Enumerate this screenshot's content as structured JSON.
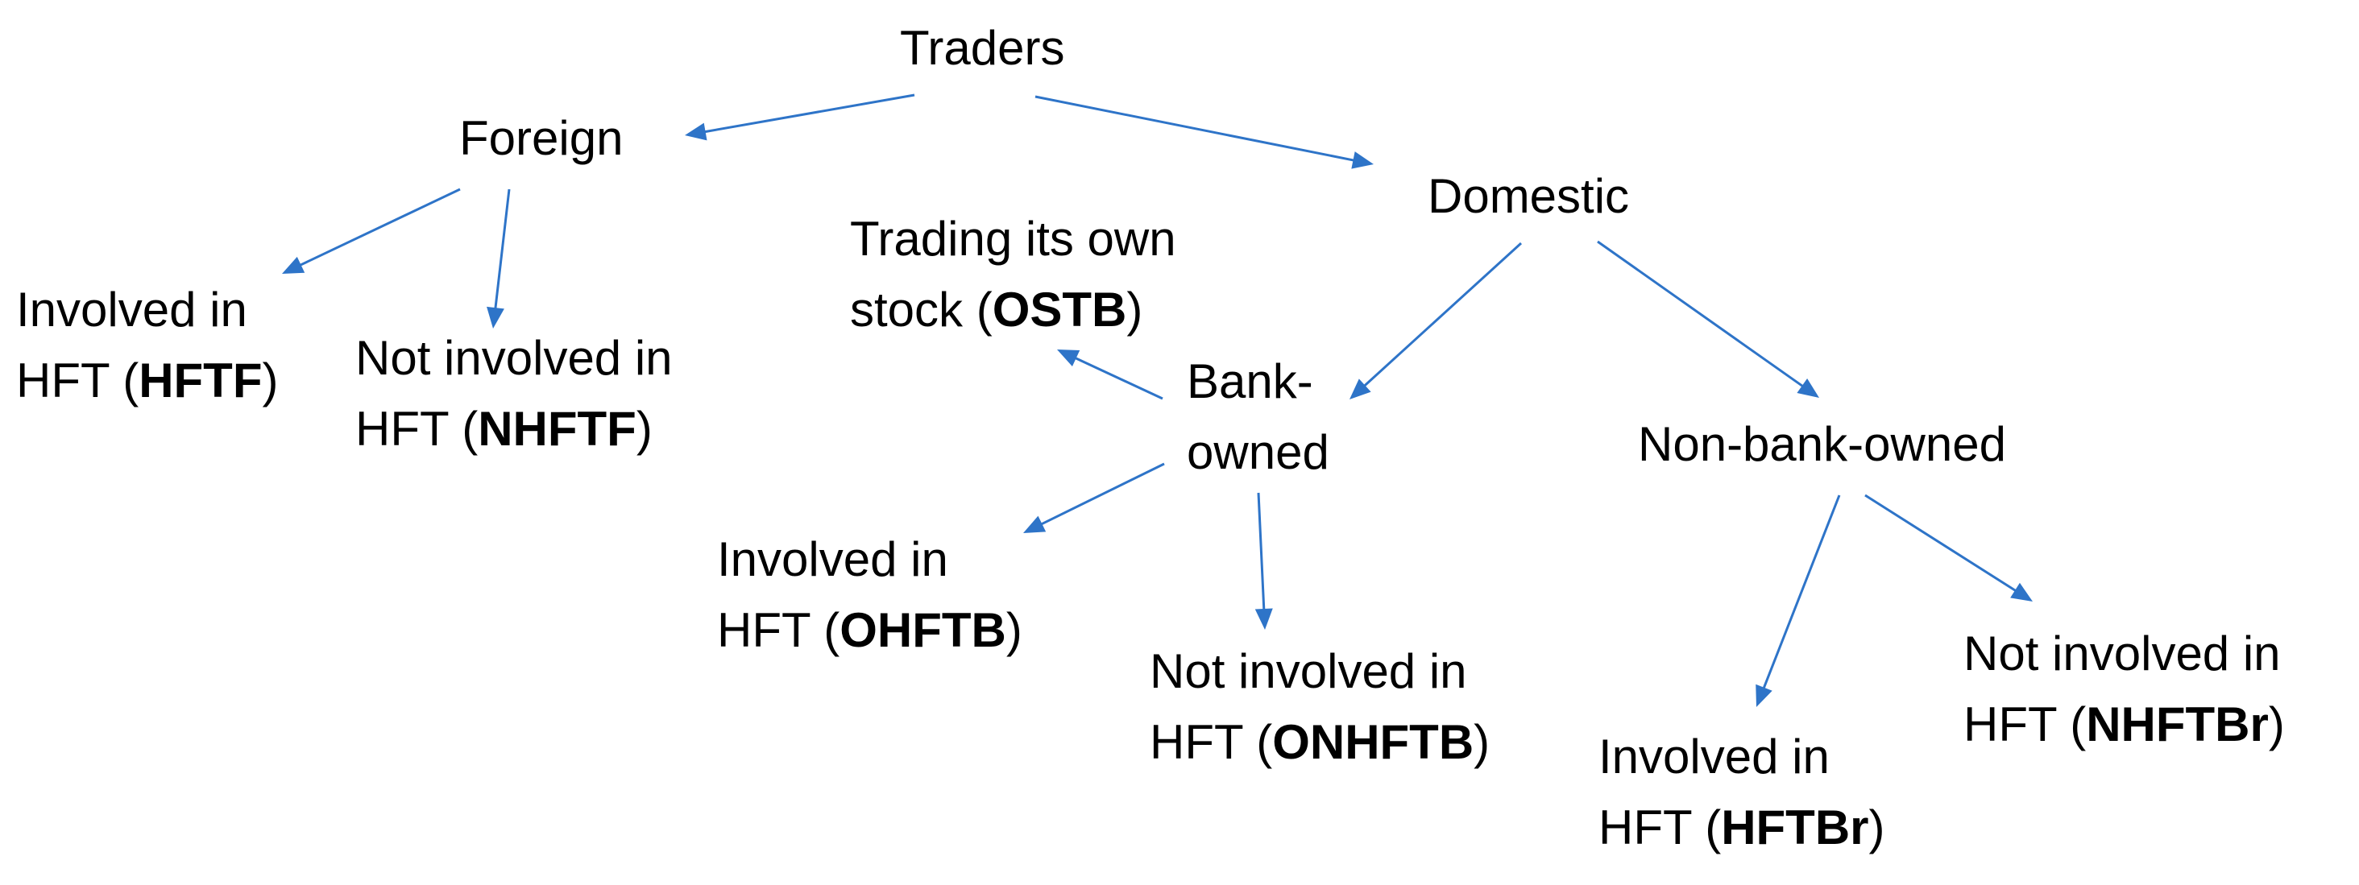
{
  "colors": {
    "arrow": "#2E74C8",
    "text": "#000000",
    "background": "#FFFFFF"
  },
  "nodes": {
    "traders": {
      "text": "Traders"
    },
    "foreign": {
      "text": "Foreign"
    },
    "domestic": {
      "text": "Domestic"
    },
    "hftf": {
      "line1": "Involved in",
      "line2_prefix": "HFT (",
      "code": "HFTF",
      "line2_suffix": ")"
    },
    "nhftf": {
      "line1": "Not involved in",
      "line2_prefix": "HFT (",
      "code": "NHFTF",
      "line2_suffix": ")"
    },
    "ostb": {
      "line1": "Trading its own",
      "line2_prefix": "stock (",
      "code": "OSTB",
      "line2_suffix": ")"
    },
    "bank_owned": {
      "line1": "Bank-",
      "line2": "owned"
    },
    "non_bank_owned": {
      "text": "Non-bank-owned"
    },
    "ohftb": {
      "line1": "Involved in",
      "line2_prefix": "HFT (",
      "code": "OHFTB",
      "line2_suffix": ")"
    },
    "onhftb": {
      "line1": "Not involved in",
      "line2_prefix": "HFT (",
      "code": "ONHFTB",
      "line2_suffix": ")"
    },
    "hftbr": {
      "line1": "Involved in",
      "line2_prefix": "HFT (",
      "code": "HFTBr",
      "line2_suffix": ")"
    },
    "nhftbr": {
      "line1": "Not involved in",
      "line2_prefix": "HFT (",
      "code": "NHFTBr",
      "line2_suffix": ")"
    }
  },
  "edges": [
    {
      "from": "traders",
      "to": "foreign"
    },
    {
      "from": "traders",
      "to": "domestic"
    },
    {
      "from": "foreign",
      "to": "hftf"
    },
    {
      "from": "foreign",
      "to": "nhftf"
    },
    {
      "from": "domestic",
      "to": "bank_owned"
    },
    {
      "from": "domestic",
      "to": "non_bank_owned"
    },
    {
      "from": "bank_owned",
      "to": "ostb"
    },
    {
      "from": "bank_owned",
      "to": "ohftb"
    },
    {
      "from": "bank_owned",
      "to": "onhftb"
    },
    {
      "from": "non_bank_owned",
      "to": "hftbr"
    },
    {
      "from": "non_bank_owned",
      "to": "nhftbr"
    }
  ]
}
